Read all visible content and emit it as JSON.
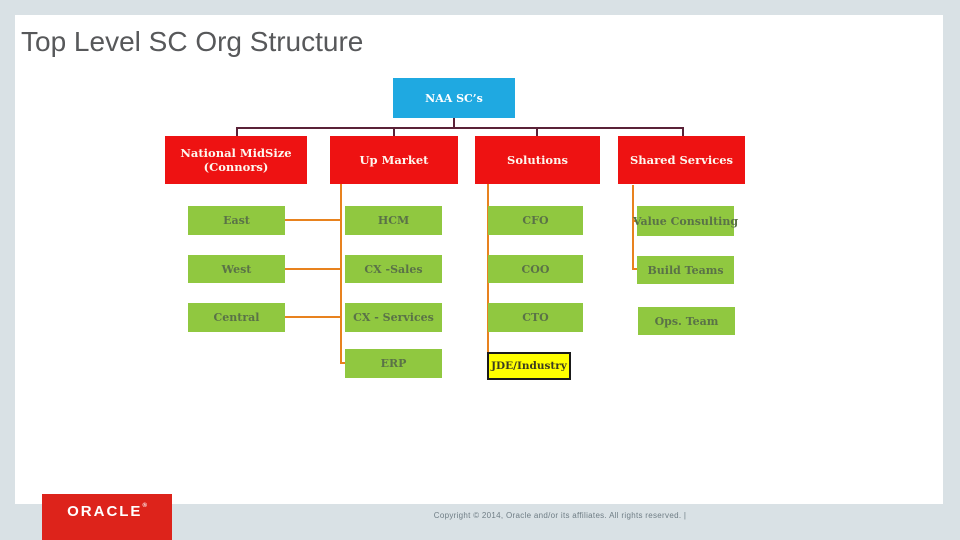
{
  "slide": {
    "title": "Top Level SC Org Structure",
    "org": {
      "root": "NAA SC’s",
      "branches": [
        {
          "label": "National MidSize (Connors)",
          "children": [
            "East",
            "West",
            "Central"
          ]
        },
        {
          "label": "Up Market",
          "children": [
            "HCM",
            "CX -Sales",
            "CX - Services",
            "ERP"
          ]
        },
        {
          "label": "Solutions",
          "children": [
            "CFO",
            "COO",
            "CTO"
          ],
          "highlight_child": "JDE/Industry"
        },
        {
          "label": "Shared Services",
          "children": [
            "Value Consulting",
            "Build Teams",
            "Ops. Team"
          ]
        }
      ]
    },
    "colors": {
      "root_box": "#1fa9e1",
      "level2_box": "#ee1212",
      "leaf_box": "#90c840",
      "leaf_text": "#5a7247",
      "highlight_box": "#ffff00",
      "connector_top": "#5a2238",
      "connector_sub": "#e8821e",
      "logo_red": "#dd231b",
      "title_text": "#57585a"
    },
    "footer": {
      "copyright": "Copyright © 2014, Oracle and/or its affiliates. All rights reserved.  |",
      "logo_text": "ORACLE",
      "logo_reg": "®"
    }
  }
}
